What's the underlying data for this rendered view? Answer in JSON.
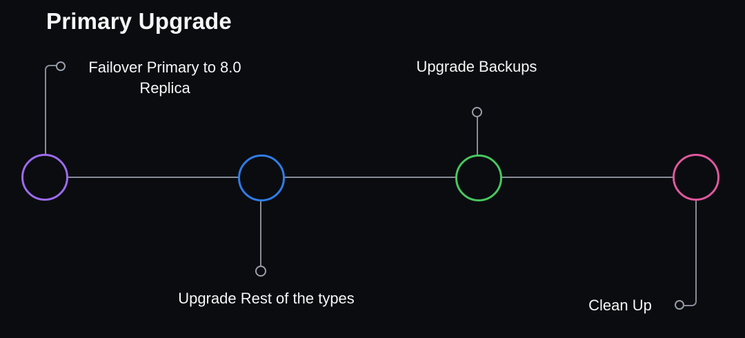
{
  "title": "Primary Upgrade",
  "theme": {
    "bg": "#0b0c10",
    "text": "#f5f6f8",
    "line": "#868d97",
    "terminator": "#98a0aa",
    "node-purple": "#9c6bef",
    "node-blue": "#2e7de8",
    "node-green": "#47c75f",
    "node-pink": "#e0589e"
  },
  "diagram": {
    "type": "timeline-flow",
    "nodes": [
      {
        "id": "failover-primary",
        "label": "Failover Primary to 8.0 Replica",
        "color": "#9c6bef",
        "color_name": "purple",
        "label_side": "top-left-elbow"
      },
      {
        "id": "upgrade-rest",
        "label": "Upgrade Rest of the types",
        "color": "#2e7de8",
        "color_name": "blue",
        "label_side": "bottom"
      },
      {
        "id": "upgrade-backups",
        "label": "Upgrade Backups",
        "color": "#47c75f",
        "color_name": "green",
        "label_side": "top"
      },
      {
        "id": "clean-up",
        "label": "Clean Up",
        "color": "#e0589e",
        "color_name": "pink",
        "label_side": "bottom-left-elbow"
      }
    ]
  }
}
